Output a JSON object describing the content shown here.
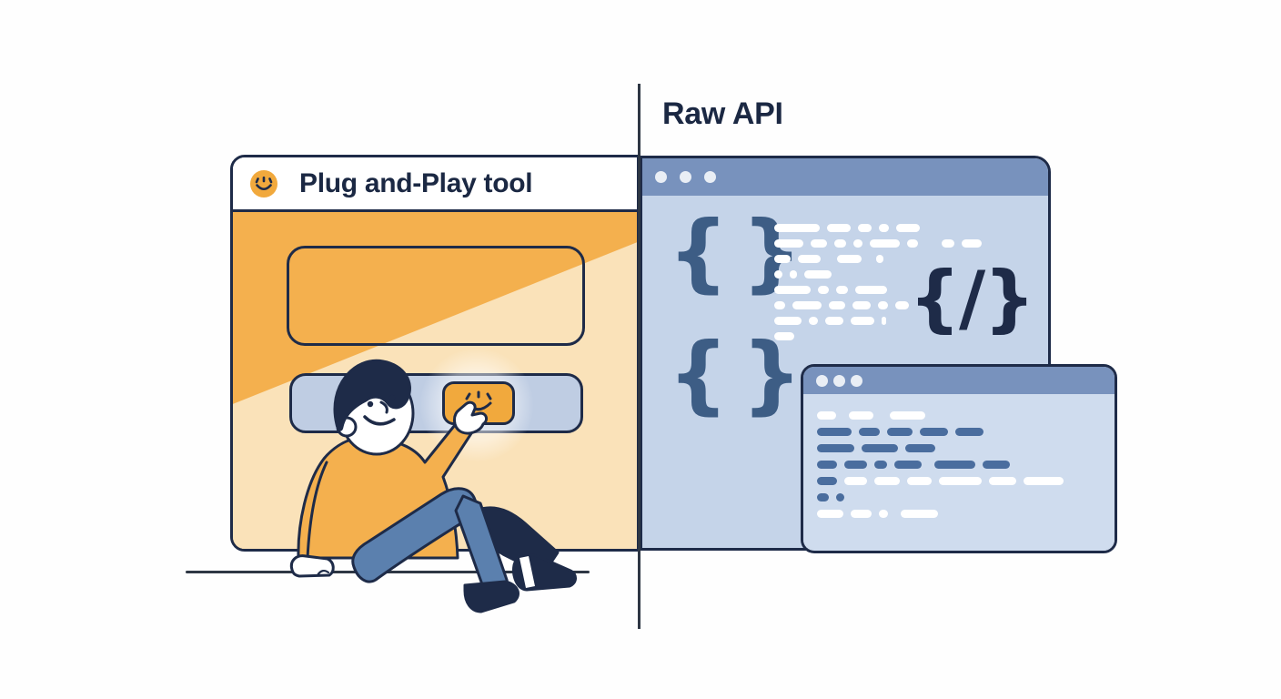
{
  "palette": {
    "bg": "#FEFEFE",
    "navy": "#1E2B48",
    "text": "#1B2843",
    "line": "#2E3744",
    "orange": "#F4B04E",
    "orange-light": "#FAE2B9",
    "orange-btn": "#F1A93D",
    "bar-blue": "#BFCDE3",
    "win-header": "#7892BD",
    "win-body": "#C5D4E9",
    "inner-body": "#CFDCEE",
    "brace": "#3D5D85",
    "dot": "#E9EEF5",
    "dash-white": "#FFFFFF",
    "dash-blue": "#4A6D9E",
    "jeans": "#5B80AE",
    "skin": "#FFFFFF"
  },
  "left_panel": {
    "title": "Plug and-Play tool",
    "header_icon": "smiley-face",
    "button_icon": "smiley-face"
  },
  "right_panel": {
    "title": "Raw API",
    "main_window": {
      "dots": 3,
      "open_brace": "{",
      "close_brace": "}",
      "code_tag": "{/}",
      "code_rows": [
        {
          "c": "white",
          "segs": [
            50,
            26,
            15,
            11,
            26
          ]
        },
        {
          "c": "white",
          "segs": [
            32,
            18,
            13,
            10,
            33,
            12,
            -18,
            14,
            22
          ]
        },
        {
          "c": "white",
          "segs": [
            18,
            25,
            -10,
            27,
            -8,
            8
          ]
        },
        {
          "c": "white",
          "segs": [
            9,
            8,
            30
          ]
        },
        {
          "c": "white",
          "segs": [
            40,
            12,
            13,
            35
          ]
        },
        {
          "c": "white",
          "segs": [
            12,
            32,
            18,
            20,
            11,
            15
          ]
        },
        {
          "c": "white",
          "segs": [
            30,
            10,
            20,
            26,
            5
          ]
        },
        {
          "c": "white",
          "segs": [
            22
          ]
        }
      ]
    },
    "inner_window": {
      "dots": 3,
      "code_rows": [
        {
          "c": "white",
          "segs": [
            21,
            -6,
            27,
            -10,
            39
          ]
        },
        {
          "c": "blue",
          "segs": [
            38,
            23,
            28,
            31,
            31
          ]
        },
        {
          "c": "blue",
          "segs": [
            41,
            40,
            33
          ]
        },
        {
          "c": "blue",
          "segs": [
            22,
            25,
            14,
            30,
            -6,
            45,
            30
          ]
        },
        {
          "c": "blue",
          "segs": [
            22,
            {
              "w": 25,
              "c": "white"
            },
            {
              "w": 28,
              "c": "white"
            },
            {
              "w": 27,
              "c": "white"
            },
            {
              "w": 47,
              "c": "white"
            },
            {
              "w": 30,
              "c": "white"
            },
            {
              "w": 44,
              "c": "white"
            }
          ]
        },
        {
          "c": "blue",
          "segs": [
            13,
            9
          ]
        },
        {
          "c": "white",
          "segs": [
            29,
            23,
            10,
            -6,
            41
          ]
        }
      ]
    }
  }
}
